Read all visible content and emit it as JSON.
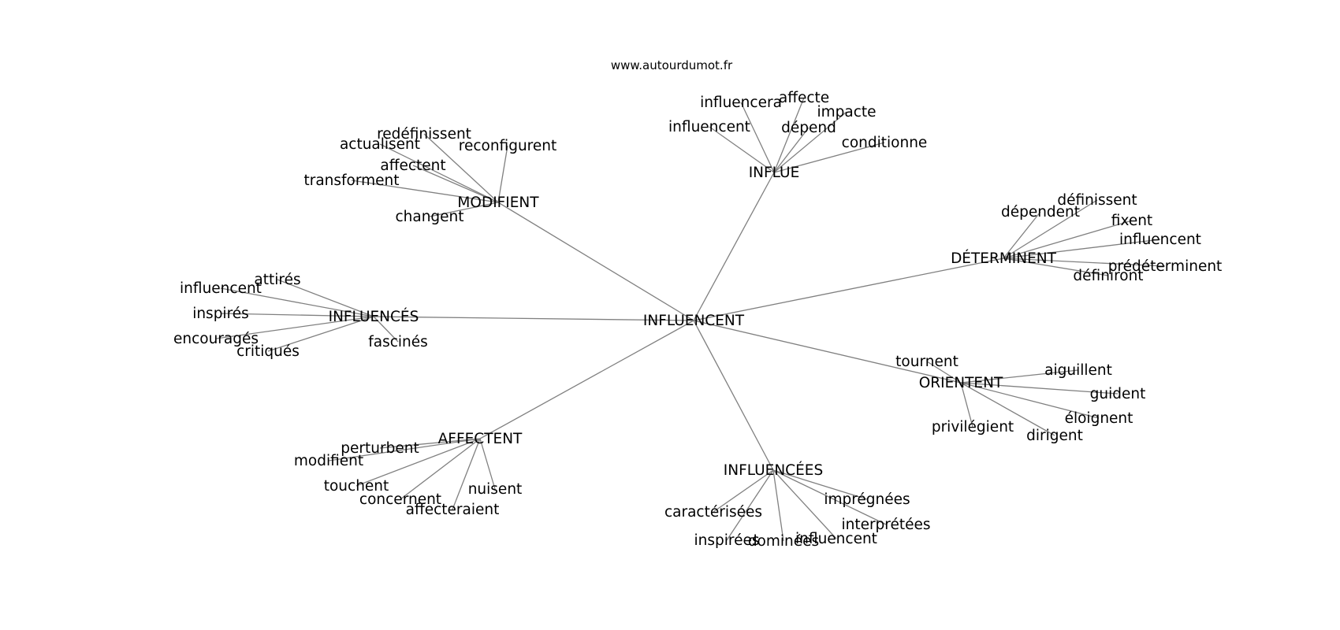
{
  "header": {
    "source": "www.autourdumot.fr"
  },
  "graph": {
    "edge_color": "#808080",
    "text_color": "#000000",
    "center": "INFLUENCENT",
    "hubs": [
      {
        "label": "INFLUE",
        "leaves": [
          "influencera",
          "affecte",
          "impacte",
          "influencent",
          "dépend",
          "conditionne"
        ]
      },
      {
        "label": "MODIFIENT",
        "leaves": [
          "redéfinissent",
          "actualisent",
          "reconfigurent",
          "affectent",
          "transforment",
          "changent"
        ]
      },
      {
        "label": "DÉTERMINENT",
        "leaves": [
          "définissent",
          "dépendent",
          "fixent",
          "influencent",
          "prédéterminent",
          "définiront"
        ]
      },
      {
        "label": "INFLUENCÉS",
        "leaves": [
          "attirés",
          "influencent",
          "inspirés",
          "encouragés",
          "critiqués",
          "fascinés"
        ]
      },
      {
        "label": "ORIENTENT",
        "leaves": [
          "tournent",
          "aiguillent",
          "guident",
          "éloignent",
          "privilégient",
          "dirigent"
        ]
      },
      {
        "label": "AFFECTENT",
        "leaves": [
          "perturbent",
          "modifient",
          "touchent",
          "concernent",
          "nuisent",
          "affecteraient"
        ]
      },
      {
        "label": "INFLUENCÉES",
        "leaves": [
          "imprégnées",
          "caractérisées",
          "interprétées",
          "influencent",
          "inspirées",
          "dominées"
        ]
      }
    ]
  }
}
